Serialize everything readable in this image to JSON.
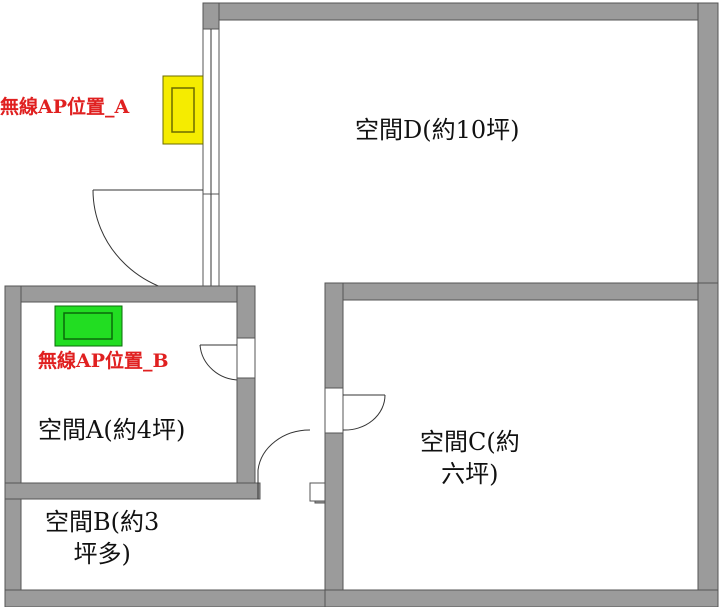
{
  "rooms": {
    "d": {
      "label": "空間D(約10坪)"
    },
    "a": {
      "label": "空間A(約4坪)"
    },
    "b": {
      "line1": "空間B(約3",
      "line2": "坪多)"
    },
    "c": {
      "line1": "空間C(約",
      "line2": "六坪)"
    }
  },
  "access_points": {
    "a": {
      "label": "無線AP位置_A",
      "color": "#f5ec00"
    },
    "b": {
      "label": "無線AP位置_B",
      "color": "#22dd22"
    }
  },
  "colors": {
    "wall": "#9b9b9b",
    "label_red": "#e02020"
  }
}
